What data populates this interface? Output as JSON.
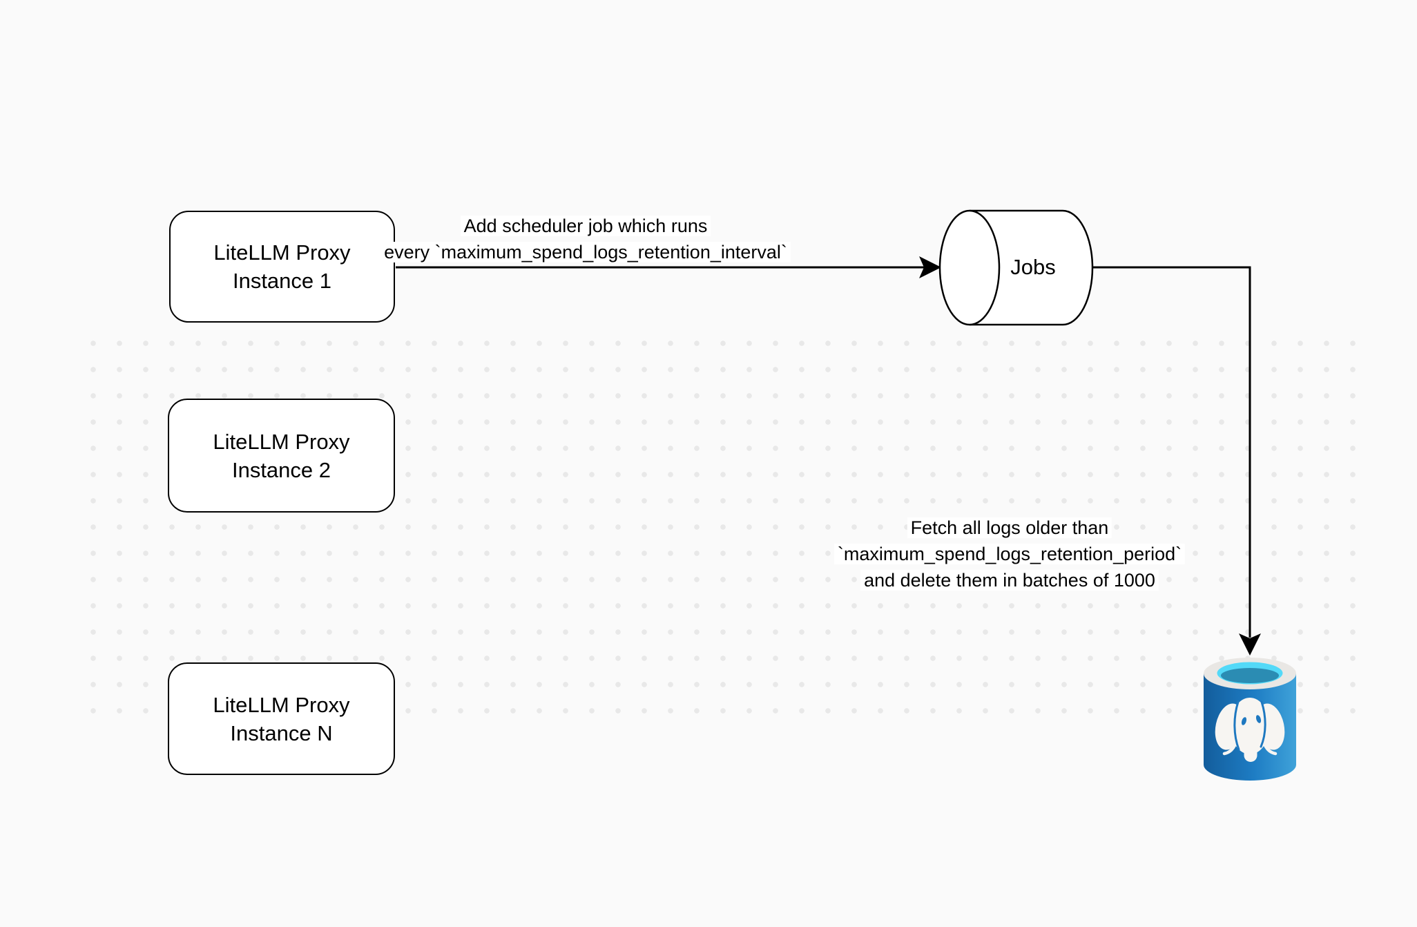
{
  "nodes": {
    "proxy1": {
      "line1": "LiteLLM Proxy",
      "line2": "Instance 1"
    },
    "proxy2": {
      "line1": "LiteLLM Proxy",
      "line2": "Instance 2"
    },
    "proxyN": {
      "line1": "LiteLLM Proxy",
      "line2": "Instance N"
    },
    "jobs": {
      "label": "Jobs"
    }
  },
  "annotations": {
    "scheduler_job": {
      "line1": "Add scheduler job which runs",
      "line2": "every `maximum_spend_logs_retention_interval`"
    },
    "fetch_delete": {
      "line1": "Fetch all logs older than",
      "line2": "`maximum_spend_logs_retention_period`",
      "line3": "and delete them in batches of 1000"
    }
  },
  "icons": {
    "postgres": "postgresql-database-icon"
  },
  "colors": {
    "canvas_bg": "#fafafa",
    "grid_dot": "#e8e8e8",
    "shape_stroke": "#000000",
    "shape_fill": "#ffffff",
    "label_bg": "#ffffff",
    "pg_body_dark": "#135d9c",
    "pg_body_mid": "#1e7dc4",
    "pg_body_light": "#3fa2d9",
    "pg_rim": "#e9e7e4",
    "pg_opening_cyan": "#53d9f8",
    "pg_opening_teal": "#2b8cb3",
    "pg_elephant": "#f7f5f2",
    "pg_detail_blue": "#1e78c0"
  }
}
